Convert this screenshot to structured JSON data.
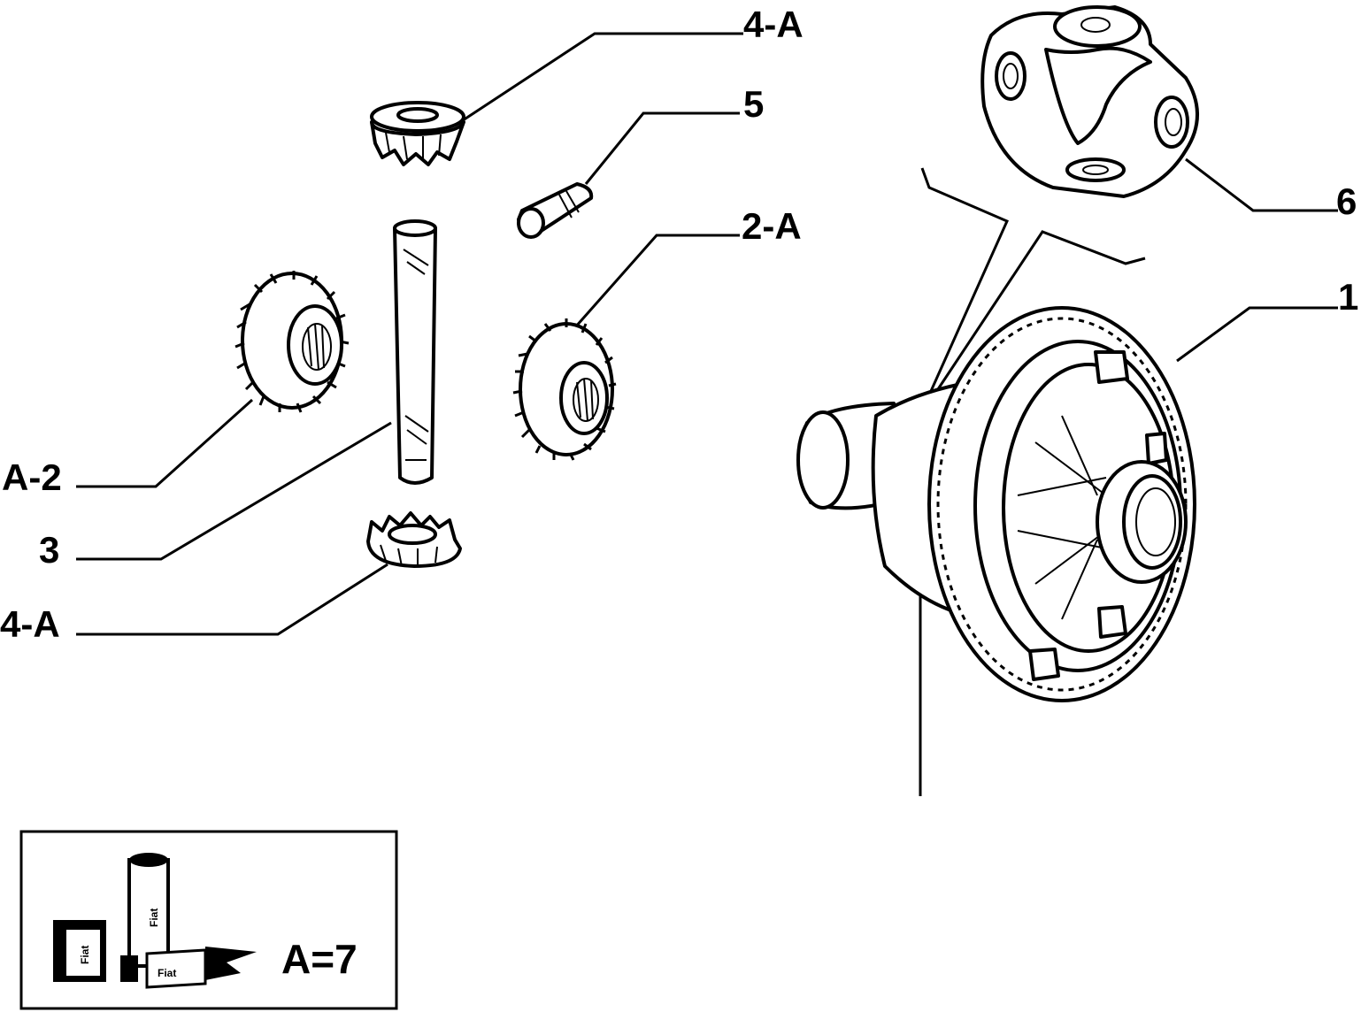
{
  "labels": {
    "part_4a_top": "4-A",
    "part_5": "5",
    "part_2a": "2-A",
    "part_6": "6",
    "part_1": "1",
    "part_a2": "A-2",
    "part_3": "3",
    "part_4a_bottom": "4-A"
  },
  "kit": {
    "label": "A=7",
    "brand": "Fiat"
  }
}
